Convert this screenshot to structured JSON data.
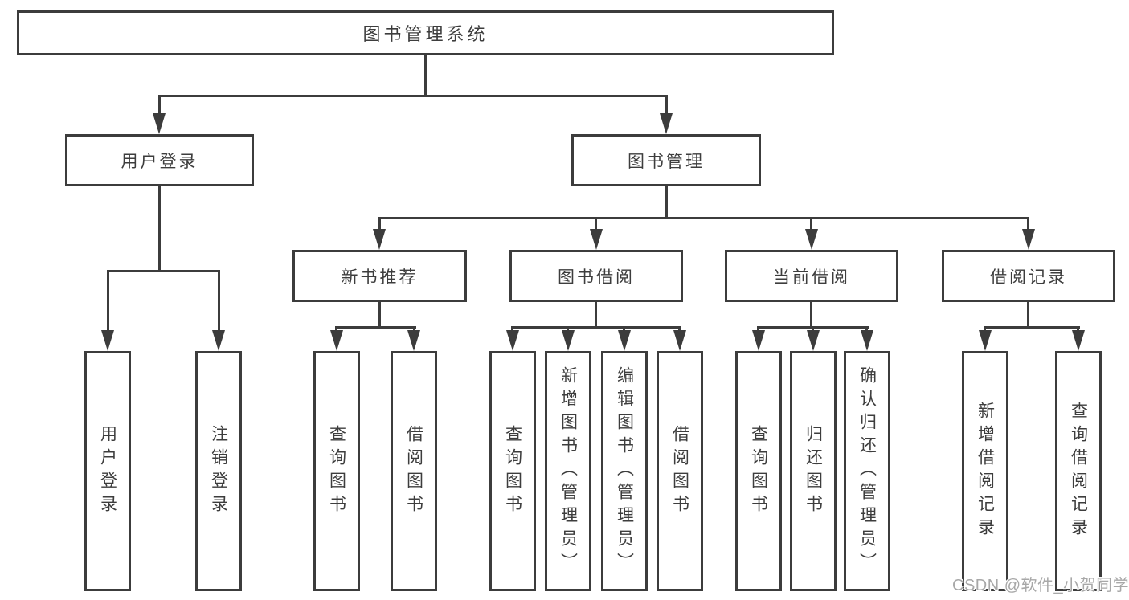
{
  "diagram": {
    "root": "图书管理系统",
    "branches": {
      "user_login": {
        "label": "用户登录",
        "children": [
          "用户登录",
          "注销登录"
        ]
      },
      "book_mgmt": {
        "label": "图书管理",
        "sections": [
          {
            "label": "新书推荐",
            "children": [
              "查询图书",
              "借阅图书"
            ]
          },
          {
            "label": "图书借阅",
            "children": [
              "查询图书",
              "新增图书（管理员）",
              "编辑图书（管理员）",
              "借阅图书"
            ]
          },
          {
            "label": "当前借阅",
            "children": [
              "查询图书",
              "归还图书",
              "确认归还（管理员）"
            ]
          },
          {
            "label": "借阅记录",
            "children": [
              "新增借阅记录",
              "查询借阅记录"
            ]
          }
        ]
      }
    }
  },
  "watermark": "CSDN @软件_小贺同学",
  "colors": {
    "line": "#3c3c3c",
    "text": "#3d3d3d",
    "watermark": "#a8a8a8",
    "background": "#ffffff"
  }
}
